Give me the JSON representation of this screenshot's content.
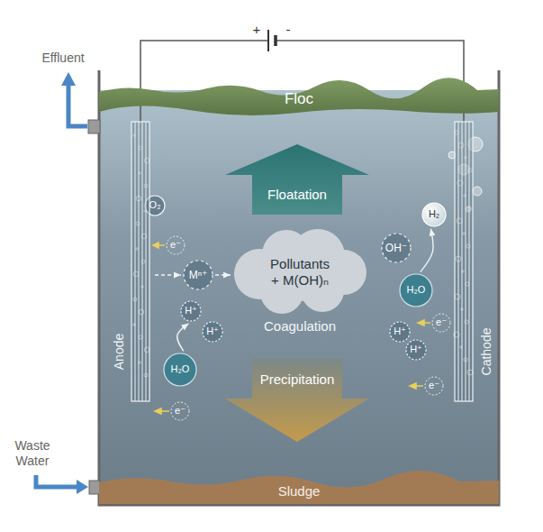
{
  "diagram": {
    "nodes": [
      {
        "text": [
          "Floc"
        ]
      },
      {
        "text": [
          "O₂"
        ]
      },
      {
        "text": [
          "Floatation"
        ]
      },
      {
        "text": [
          "Anode"
        ]
      },
      {
        "text": [
          "Mⁿ⁺"
        ]
      },
      {
        "text": [
          "Pollutants + M(OH)ₙ",
          "Coagulation"
        ]
      },
      {
        "text": [
          "OH⁻"
        ]
      },
      {
        "text": [
          "H₂"
        ]
      },
      {
        "text": [
          "H₂O"
        ]
      },
      {
        "text": [
          "H⁺"
        ]
      },
      {
        "text": [
          "H⁺"
        ]
      },
      {
        "text": [
          "H₂O"
        ]
      },
      {
        "text": [
          "H⁺"
        ]
      },
      {
        "text": [
          "H⁺"
        ]
      },
      {
        "text": [
          "Cathode"
        ]
      },
      {
        "text": [
          "Precipitation"
        ]
      },
      {
        "text": [
          "Sludge"
        ]
      }
    ],
    "edges": [
      {
        "from": 3,
        "to": 4,
        "arrow": "to"
      },
      {
        "from": 4,
        "to": 5,
        "arrow": "to"
      },
      {
        "from": 8,
        "to": 7,
        "arrow": "to"
      },
      {
        "from": 11,
        "to": 9,
        "arrow": "to"
      }
    ],
    "labels": [
      "Effluent",
      "Waste Water",
      "+",
      "-",
      "e⁻",
      "e⁻",
      "e⁻",
      "e⁻"
    ]
  }
}
